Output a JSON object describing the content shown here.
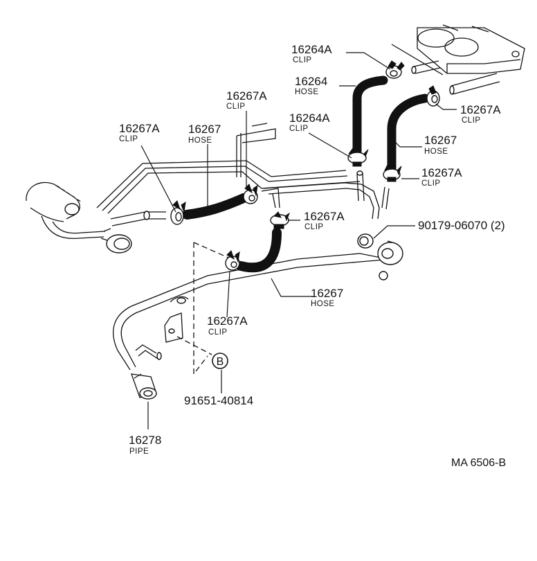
{
  "callouts": [
    {
      "id": "c1",
      "part_no": "16264A",
      "name": "CLIP"
    },
    {
      "id": "c2",
      "part_no": "16264",
      "name": "HOSE"
    },
    {
      "id": "c3",
      "part_no": "16267A",
      "name": "CLIP"
    },
    {
      "id": "c4",
      "part_no": "16267A",
      "name": "CLIP"
    },
    {
      "id": "c5",
      "part_no": "16264A",
      "name": "CLIP"
    },
    {
      "id": "c6",
      "part_no": "16267A",
      "name": "CLIP"
    },
    {
      "id": "c7",
      "part_no": "16267",
      "name": "HOSE"
    },
    {
      "id": "c8",
      "part_no": "16267",
      "name": "HOSE"
    },
    {
      "id": "c9",
      "part_no": "16267A",
      "name": "CLIP"
    },
    {
      "id": "c10",
      "part_no": "16267A",
      "name": "CLIP"
    },
    {
      "id": "c11",
      "part_no": "90179-06070 (2)",
      "name": ""
    },
    {
      "id": "c12",
      "part_no": "16267",
      "name": "HOSE"
    },
    {
      "id": "c13",
      "part_no": "16267A",
      "name": "CLIP"
    },
    {
      "id": "c14",
      "part_no": "91651-40814",
      "name": ""
    },
    {
      "id": "c15",
      "part_no": "16278",
      "name": "PIPE"
    }
  ],
  "ref_marker": "B",
  "drawing_code": "MA  6506-B"
}
